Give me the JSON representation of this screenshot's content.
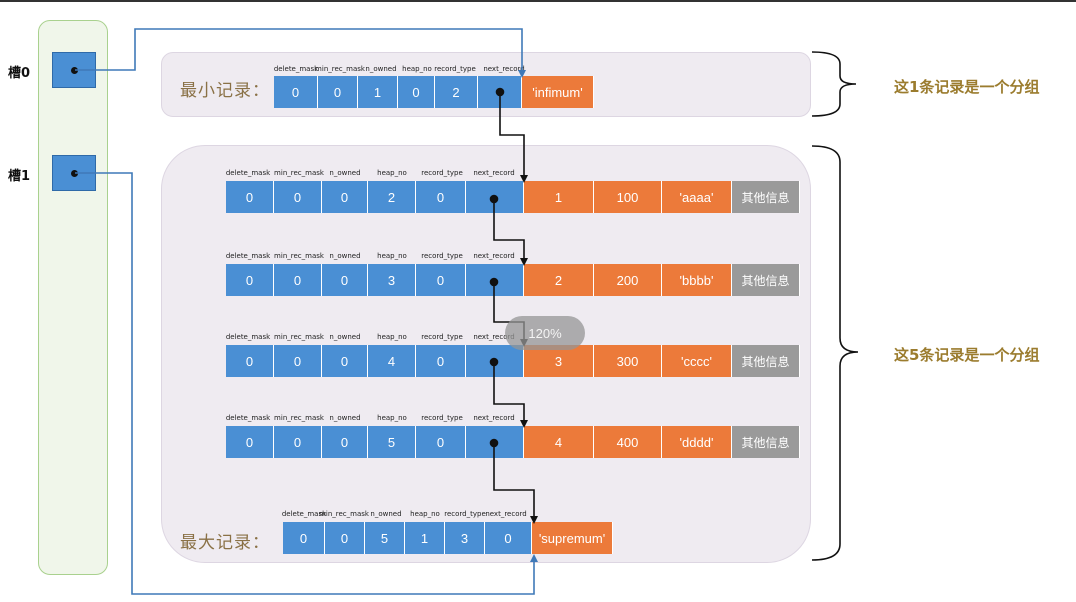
{
  "slots": [
    {
      "label": "槽0"
    },
    {
      "label": "槽1"
    }
  ],
  "headers": [
    "delete_mask",
    "min_rec_mask",
    "n_owned",
    "heap_no",
    "record_type",
    "next_record"
  ],
  "infimum": {
    "label": "最小记录：",
    "values": [
      "0",
      "0",
      "1",
      "0",
      "2"
    ],
    "name": "'infimum'"
  },
  "supremum": {
    "label": "最大记录：",
    "values": [
      "0",
      "0",
      "5",
      "1",
      "3",
      "0"
    ],
    "name": "'supremum'"
  },
  "records": [
    {
      "header": [
        "0",
        "0",
        "0",
        "2",
        "0"
      ],
      "data": [
        "1",
        "100",
        "'aaaa'"
      ],
      "extra": "其他信息"
    },
    {
      "header": [
        "0",
        "0",
        "0",
        "3",
        "0"
      ],
      "data": [
        "2",
        "200",
        "'bbbb'"
      ],
      "extra": "其他信息"
    },
    {
      "header": [
        "0",
        "0",
        "0",
        "4",
        "0"
      ],
      "data": [
        "3",
        "300",
        "'cccc'"
      ],
      "extra": "其他信息"
    },
    {
      "header": [
        "0",
        "0",
        "0",
        "5",
        "0"
      ],
      "data": [
        "4",
        "400",
        "'dddd'"
      ],
      "extra": "其他信息"
    }
  ],
  "groups": [
    {
      "label": "这1条记录是一个分组"
    },
    {
      "label": "这5条记录是一个分组"
    }
  ],
  "zoom": "120%",
  "colors": {
    "field": "#4a8fd4",
    "data": "#ec7a3a",
    "other": "#9a9a9a",
    "group_text": "#9b7c2e"
  }
}
